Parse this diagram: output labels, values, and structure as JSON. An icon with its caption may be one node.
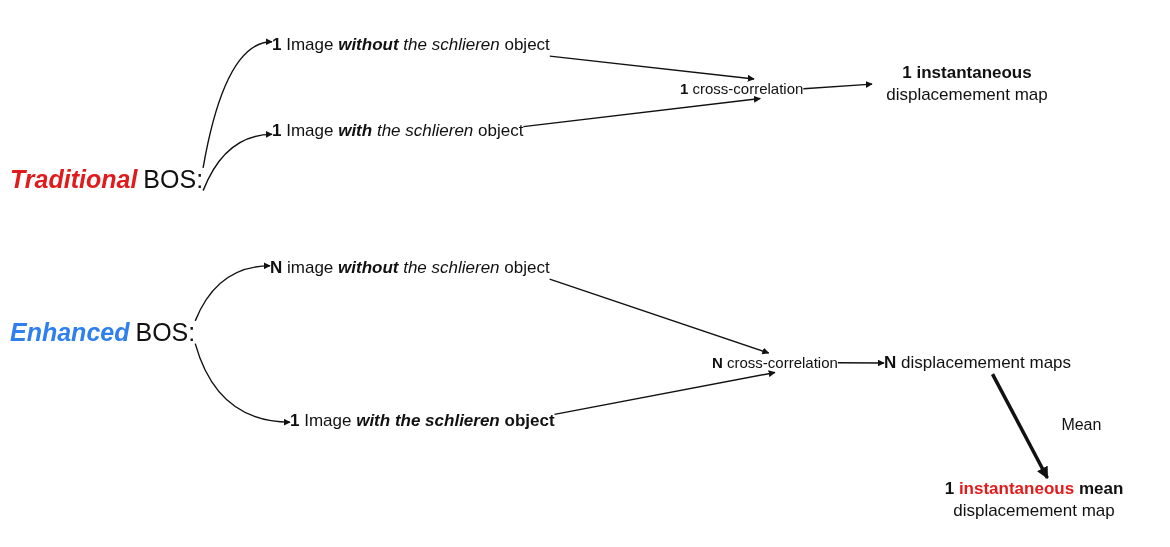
{
  "diagram": {
    "nodes": [
      {
        "text": [
          "Traditional",
          "BOS:"
        ]
      },
      {
        "text": [
          "**1** Image **without** *the schlieren* object"
        ]
      },
      {
        "text": [
          "**1** Image **with** *the schlieren* object"
        ]
      },
      {
        "text": [
          "**1** cross-correlation"
        ]
      },
      {
        "text": [
          "**1 instantaneous** displacemement map"
        ]
      },
      {
        "text": [
          "Enhanced",
          "BOS:"
        ]
      },
      {
        "text": [
          "**N** image **without** *the schlieren* object"
        ]
      },
      {
        "text": [
          "**1** Image **with the schlieren** **object**"
        ]
      },
      {
        "text": [
          "**N** cross-correlation"
        ]
      },
      {
        "text": [
          "**N** displacemement maps"
        ]
      },
      {
        "text": [
          "**1** **instantaneous** **mean** displacemement map"
        ]
      }
    ],
    "edges": [
      {
        "from": 0,
        "to": 1,
        "arrow": "to"
      },
      {
        "from": 0,
        "to": 2,
        "arrow": "to"
      },
      {
        "from": 1,
        "to": 3,
        "arrow": "to"
      },
      {
        "from": 2,
        "to": 3,
        "arrow": "to"
      },
      {
        "from": 3,
        "to": 4,
        "arrow": "to"
      },
      {
        "from": 5,
        "to": 6,
        "arrow": "to"
      },
      {
        "from": 5,
        "to": 7,
        "arrow": "to"
      },
      {
        "from": 6,
        "to": 8,
        "arrow": "to"
      },
      {
        "from": 7,
        "to": 8,
        "arrow": "to"
      },
      {
        "from": 8,
        "to": 9,
        "arrow": "to"
      },
      {
        "from": 9,
        "to": 10,
        "arrow": "to",
        "label": "Mean",
        "style": "thick"
      }
    ]
  }
}
